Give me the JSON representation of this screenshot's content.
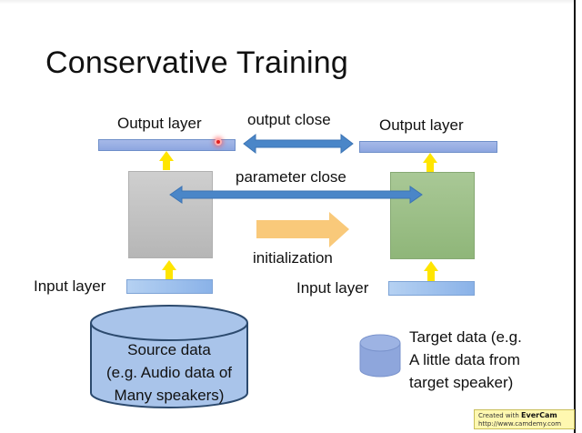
{
  "slide": {
    "title": "Conservative Training"
  },
  "source_network": {
    "output_layer_label": "Output layer",
    "input_layer_label": "Input layer",
    "hidden_block_color": "#c2c2c2"
  },
  "target_network": {
    "output_layer_label": "Output layer",
    "input_layer_label": "Input layer",
    "hidden_block_color": "#9dbf87"
  },
  "relations": {
    "output_close": "output close",
    "parameter_close": "parameter close",
    "initialization": "initialization"
  },
  "source_data": {
    "line1": "Source data",
    "line2": "(e.g. Audio data of",
    "line3": "Many speakers)"
  },
  "target_data": {
    "line1": "Target data (e.g.",
    "line2": "A little data from",
    "line3": "target speaker)"
  },
  "watermark": {
    "prefix": "Created with ",
    "brand": "EverCam",
    "url": "http://www.camdemy.com"
  },
  "colors": {
    "blue_arrow": "#4a86c8",
    "yellow_arrow": "#ffe500",
    "orange_arrow": "#f9c97a",
    "layer_bar": "#9bb1e5",
    "cylinder_fill": "#a9c4ea"
  }
}
